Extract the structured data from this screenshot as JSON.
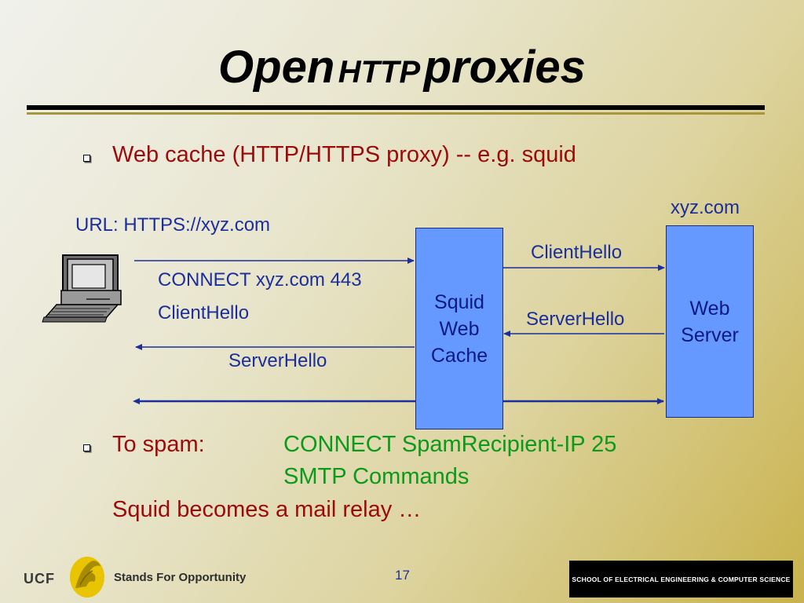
{
  "slide": {
    "title_part1": "Open",
    "title_part2": "HTTP",
    "title_part3": "proxies",
    "bullet1": "Web cache  (HTTP/HTTPS proxy)   --  e.g. squid",
    "bullet2_label": "To spam:",
    "bullet2_cmd1": "CONNECT SpamRecipient-IP 25",
    "bullet2_cmd2": "SMTP Commands",
    "bullet2_note": "Squid becomes a mail relay …",
    "page_number": "17"
  },
  "diagram": {
    "url_label": "URL: HTTPS://xyz.com",
    "server_domain": "xyz.com",
    "msg_connect": "CONNECT xyz.com 443",
    "msg_client_hello_left": "ClientHello",
    "msg_server_hello_left": "ServerHello",
    "msg_client_hello_right": "ClientHello",
    "msg_server_hello_right": "ServerHello",
    "squid_box": {
      "line1": "Squid",
      "line2": "Web",
      "line3": "Cache"
    },
    "web_box": {
      "line1": "Web",
      "line2": "Server"
    },
    "colors": {
      "box_fill": "#6699ff",
      "arrow": "#1b2e9a",
      "title_rule": "#000000"
    }
  },
  "footer": {
    "ucf_logo": "UCF",
    "tagline": "Stands For Opportunity",
    "school": "SCHOOL OF ELECTRICAL ENGINEERING & COMPUTER SCIENCE"
  }
}
